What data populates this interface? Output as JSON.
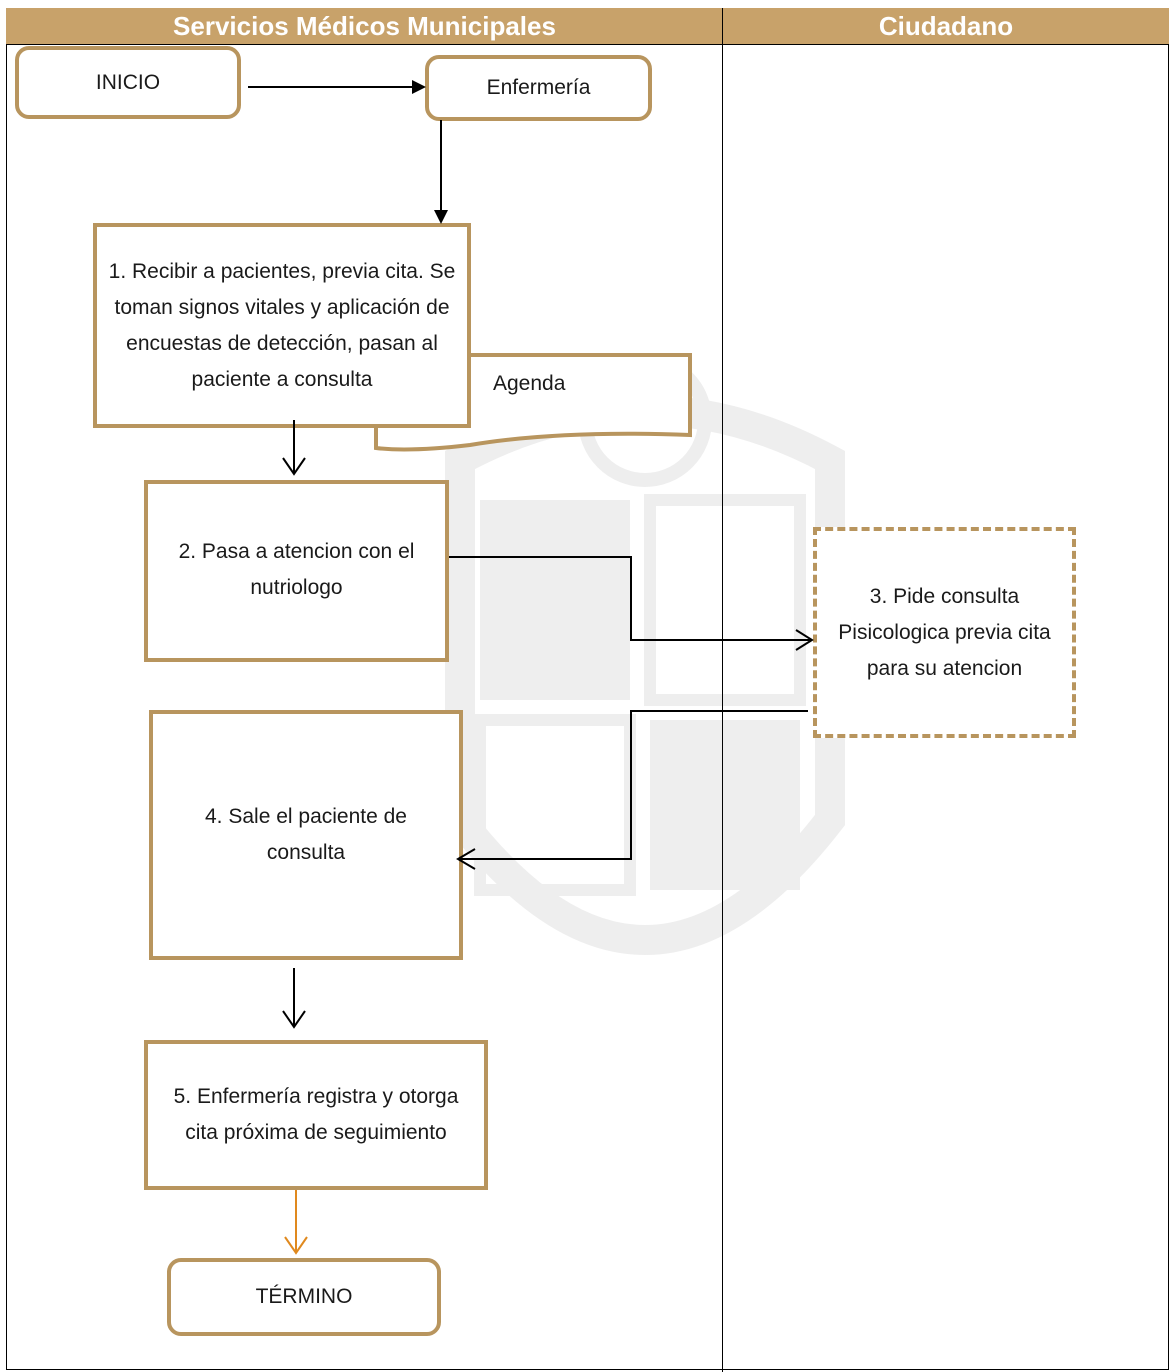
{
  "lanes": {
    "left_title": "Servicios Médicos Municipales",
    "right_title": "Ciudadano"
  },
  "nodes": {
    "inicio": "INICIO",
    "enfermeria": "Enfermería",
    "step1": "1. Recibir a pacientes, previa cita. Se toman signos vitales y aplicación de encuestas de detección, pasan al paciente a consulta",
    "agenda": "Agenda",
    "step2": "2. Pasa a atencion con el  nutriologo",
    "step3": "3. Pide consulta Pisicologica previa cita para su atencion",
    "step4": "4. Sale el paciente de consulta",
    "step5": "5. Enfermería registra y otorga cita próxima de seguimiento",
    "termino": "TÉRMINO"
  },
  "colors": {
    "lane_header": "#c8a26a",
    "box_border": "#b8955e",
    "final_arrow": "#e0891e"
  }
}
